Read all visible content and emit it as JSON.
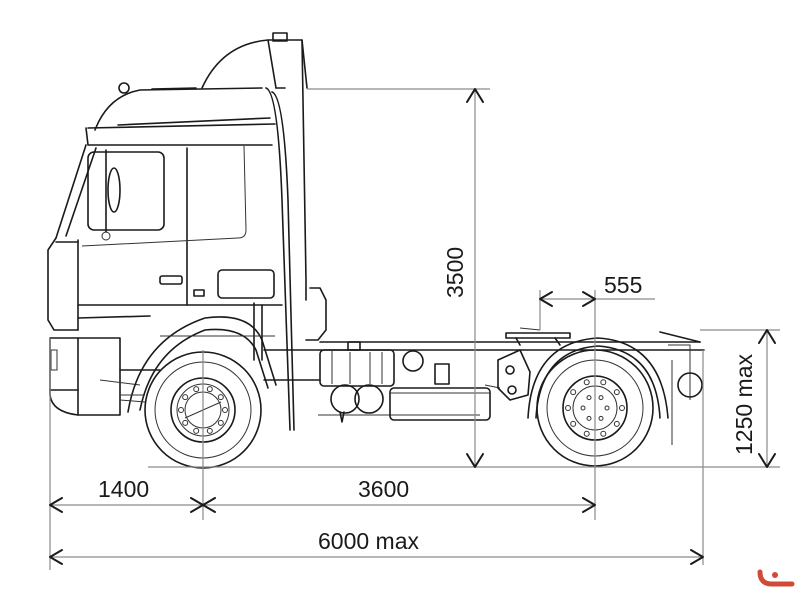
{
  "diagram": {
    "subject": "Truck tractor side view with overall dimensions",
    "units": "mm",
    "dimensions": {
      "overall_height": "3500",
      "fifth_wheel_offset": "555",
      "fifth_wheel_height": "1250 max",
      "front_overhang": "1400",
      "wheelbase": "3600",
      "overall_length": "6000 max"
    }
  },
  "colors": {
    "line": "#1a1a1a",
    "dimension_line": "#8a8a8a",
    "logo_accent": "#d04a35"
  }
}
